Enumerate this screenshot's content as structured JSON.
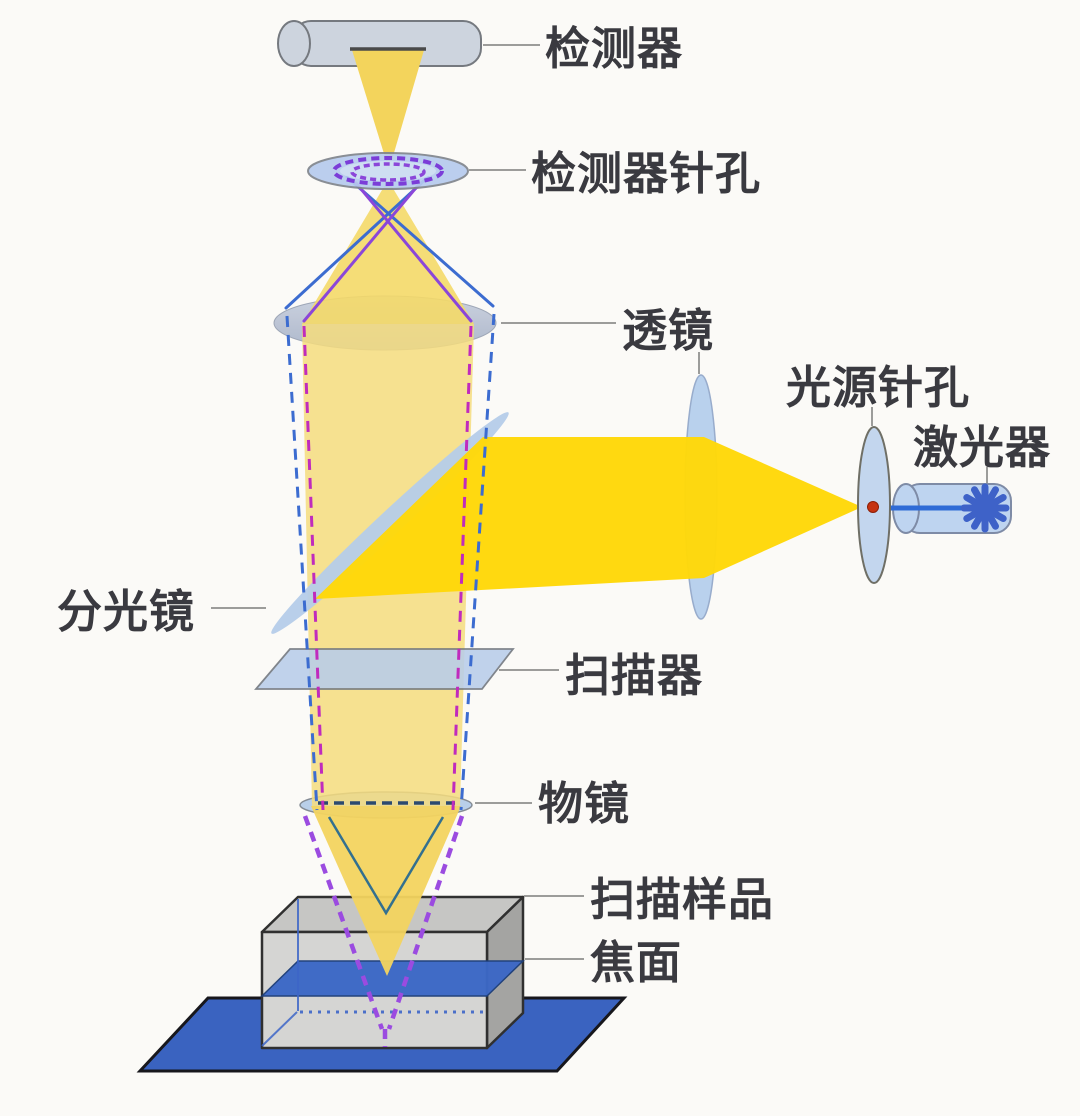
{
  "diagram": {
    "type": "confocal-microscope-optical-path",
    "labels": {
      "detector": "检测器",
      "detector_pinhole": "检测器针孔",
      "lens": "透镜",
      "source_pinhole": "光源针孔",
      "laser": "激光器",
      "beam_splitter": "分光镜",
      "scanner": "扫描器",
      "objective": "物镜",
      "sample": "扫描样品",
      "focal_plane": "焦面"
    },
    "colors": {
      "background": "#fbfaf7",
      "beam_bright_yellow": "#ffd808",
      "beam_pale_yellow": "#f4dc7e",
      "optic_blue": "#b9cfe9",
      "ray_blue": "#3c6cd0",
      "ray_purple": "#8b46d9",
      "ray_magenta": "#c02bbd",
      "ray_teal": "#33708f",
      "plane_blue": "#3c68c6",
      "laser_blue": "#2f6bd6",
      "focus_dot_red": "#c63310",
      "box_gray": "#d5d5d3",
      "label_text": "#3a3a40",
      "leader_gray": "#9c9c9a"
    }
  }
}
